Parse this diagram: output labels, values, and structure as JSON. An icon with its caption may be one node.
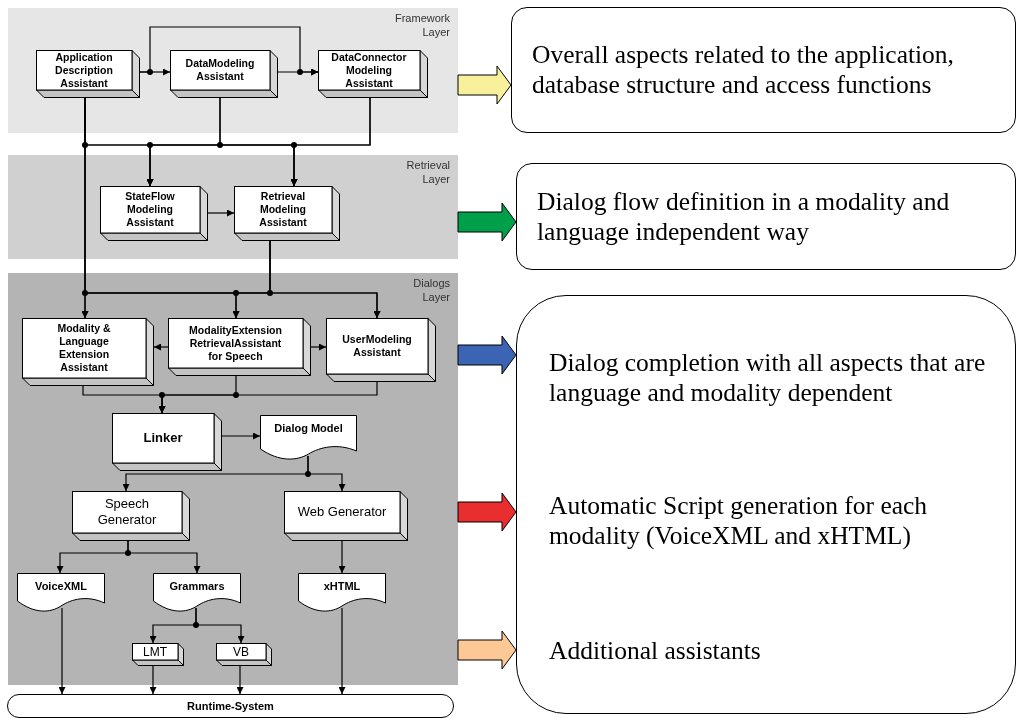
{
  "diagram": {
    "nodes": [
      {
        "text": [
          "Framework Layer"
        ]
      },
      {
        "text": [
          "Application Description Assistant"
        ],
        "in": 0
      },
      {
        "text": [
          "DataModeling Assistant"
        ],
        "in": 0
      },
      {
        "text": [
          "DataConnector Modeling Assistant"
        ],
        "in": 0
      },
      {
        "text": [
          "Retrieval Layer"
        ]
      },
      {
        "text": [
          "StateFlow Modeling Assistant"
        ],
        "in": 4
      },
      {
        "text": [
          "Retrieval Modeling Assistant"
        ],
        "in": 4
      },
      {
        "text": [
          "Dialogs Layer"
        ]
      },
      {
        "text": [
          "Modality & Language Extension Assistant"
        ],
        "in": 7
      },
      {
        "text": [
          "ModalityExtension RetrievalAssistant for Speech"
        ],
        "in": 7
      },
      {
        "text": [
          "UserModeling Assistant"
        ],
        "in": 7
      },
      {
        "text": [
          "Linker"
        ],
        "in": 7
      },
      {
        "text": [
          "Dialog Model"
        ],
        "in": 7
      },
      {
        "text": [
          "Speech Generator"
        ],
        "in": 7
      },
      {
        "text": [
          "Web Generator"
        ],
        "in": 7
      },
      {
        "text": [
          "VoiceXML"
        ],
        "in": 7
      },
      {
        "text": [
          "Grammars"
        ],
        "in": 7
      },
      {
        "text": [
          "xHTML"
        ],
        "in": 7
      },
      {
        "text": [
          "LMT"
        ],
        "in": 7
      },
      {
        "text": [
          "VB"
        ],
        "in": 7
      },
      {
        "text": [
          "Runtime-System"
        ]
      },
      {
        "text": [
          "Overall aspects related to the application, database structure and access functions"
        ]
      },
      {
        "text": [
          "Dialog flow definition in a modality and language independent way"
        ]
      },
      {
        "text": [
          "Dialog completion with all aspects that are language and modality dependent",
          "Automatic Script generation for each modality (VoiceXML and xHTML)",
          "Additional assistants"
        ]
      }
    ],
    "edges": [
      {
        "from": 1,
        "to": 2,
        "arrow": "to"
      },
      {
        "from": 1,
        "to": 3,
        "arrow": "to"
      },
      {
        "from": 2,
        "to": 3,
        "arrow": "to"
      },
      {
        "from": 1,
        "to": 5,
        "arrow": "to"
      },
      {
        "from": 2,
        "to": 5,
        "arrow": "to"
      },
      {
        "from": 3,
        "to": 5,
        "arrow": "to"
      },
      {
        "from": 1,
        "to": 6,
        "arrow": "to"
      },
      {
        "from": 2,
        "to": 6,
        "arrow": "to"
      },
      {
        "from": 3,
        "to": 6,
        "arrow": "to"
      },
      {
        "from": 5,
        "to": 6,
        "arrow": "to"
      },
      {
        "from": 1,
        "to": 8,
        "arrow": "to"
      },
      {
        "from": 1,
        "to": 9,
        "arrow": "to"
      },
      {
        "from": 1,
        "to": 10,
        "arrow": "to"
      },
      {
        "from": 6,
        "to": 8,
        "arrow": "to"
      },
      {
        "from": 6,
        "to": 9,
        "arrow": "to"
      },
      {
        "from": 6,
        "to": 10,
        "arrow": "to"
      },
      {
        "from": 9,
        "to": 8,
        "arrow": "to"
      },
      {
        "from": 9,
        "to": 10,
        "arrow": "to"
      },
      {
        "from": 8,
        "to": 11,
        "arrow": "to"
      },
      {
        "from": 9,
        "to": 11,
        "arrow": "to"
      },
      {
        "from": 10,
        "to": 11,
        "arrow": "to"
      },
      {
        "from": 11,
        "to": 12,
        "arrow": "to"
      },
      {
        "from": 12,
        "to": 13,
        "arrow": "to"
      },
      {
        "from": 12,
        "to": 14,
        "arrow": "to"
      },
      {
        "from": 13,
        "to": 15,
        "arrow": "to"
      },
      {
        "from": 13,
        "to": 16,
        "arrow": "to"
      },
      {
        "from": 14,
        "to": 17,
        "arrow": "to"
      },
      {
        "from": 16,
        "to": 18,
        "arrow": "to"
      },
      {
        "from": 16,
        "to": 19,
        "arrow": "to"
      },
      {
        "from": 15,
        "to": 20,
        "arrow": "to"
      },
      {
        "from": 18,
        "to": 20,
        "arrow": "to"
      },
      {
        "from": 19,
        "to": 20,
        "arrow": "to"
      },
      {
        "from": 17,
        "to": 20,
        "arrow": "to"
      },
      {
        "from": 0,
        "to": 21,
        "arrow": "to",
        "style": "thick",
        "color": "#f8f09a"
      },
      {
        "from": 4,
        "to": 22,
        "arrow": "to",
        "style": "thick",
        "color": "#00a04a"
      },
      {
        "from": 7,
        "to": 23,
        "arrow": "to",
        "style": "thick",
        "color": "#3b64b4"
      },
      {
        "from": 7,
        "to": 23,
        "arrow": "to",
        "style": "thick",
        "color": "#ea2d2f"
      },
      {
        "from": 7,
        "to": 23,
        "arrow": "to",
        "style": "thick",
        "color": "#fcc996"
      }
    ]
  }
}
